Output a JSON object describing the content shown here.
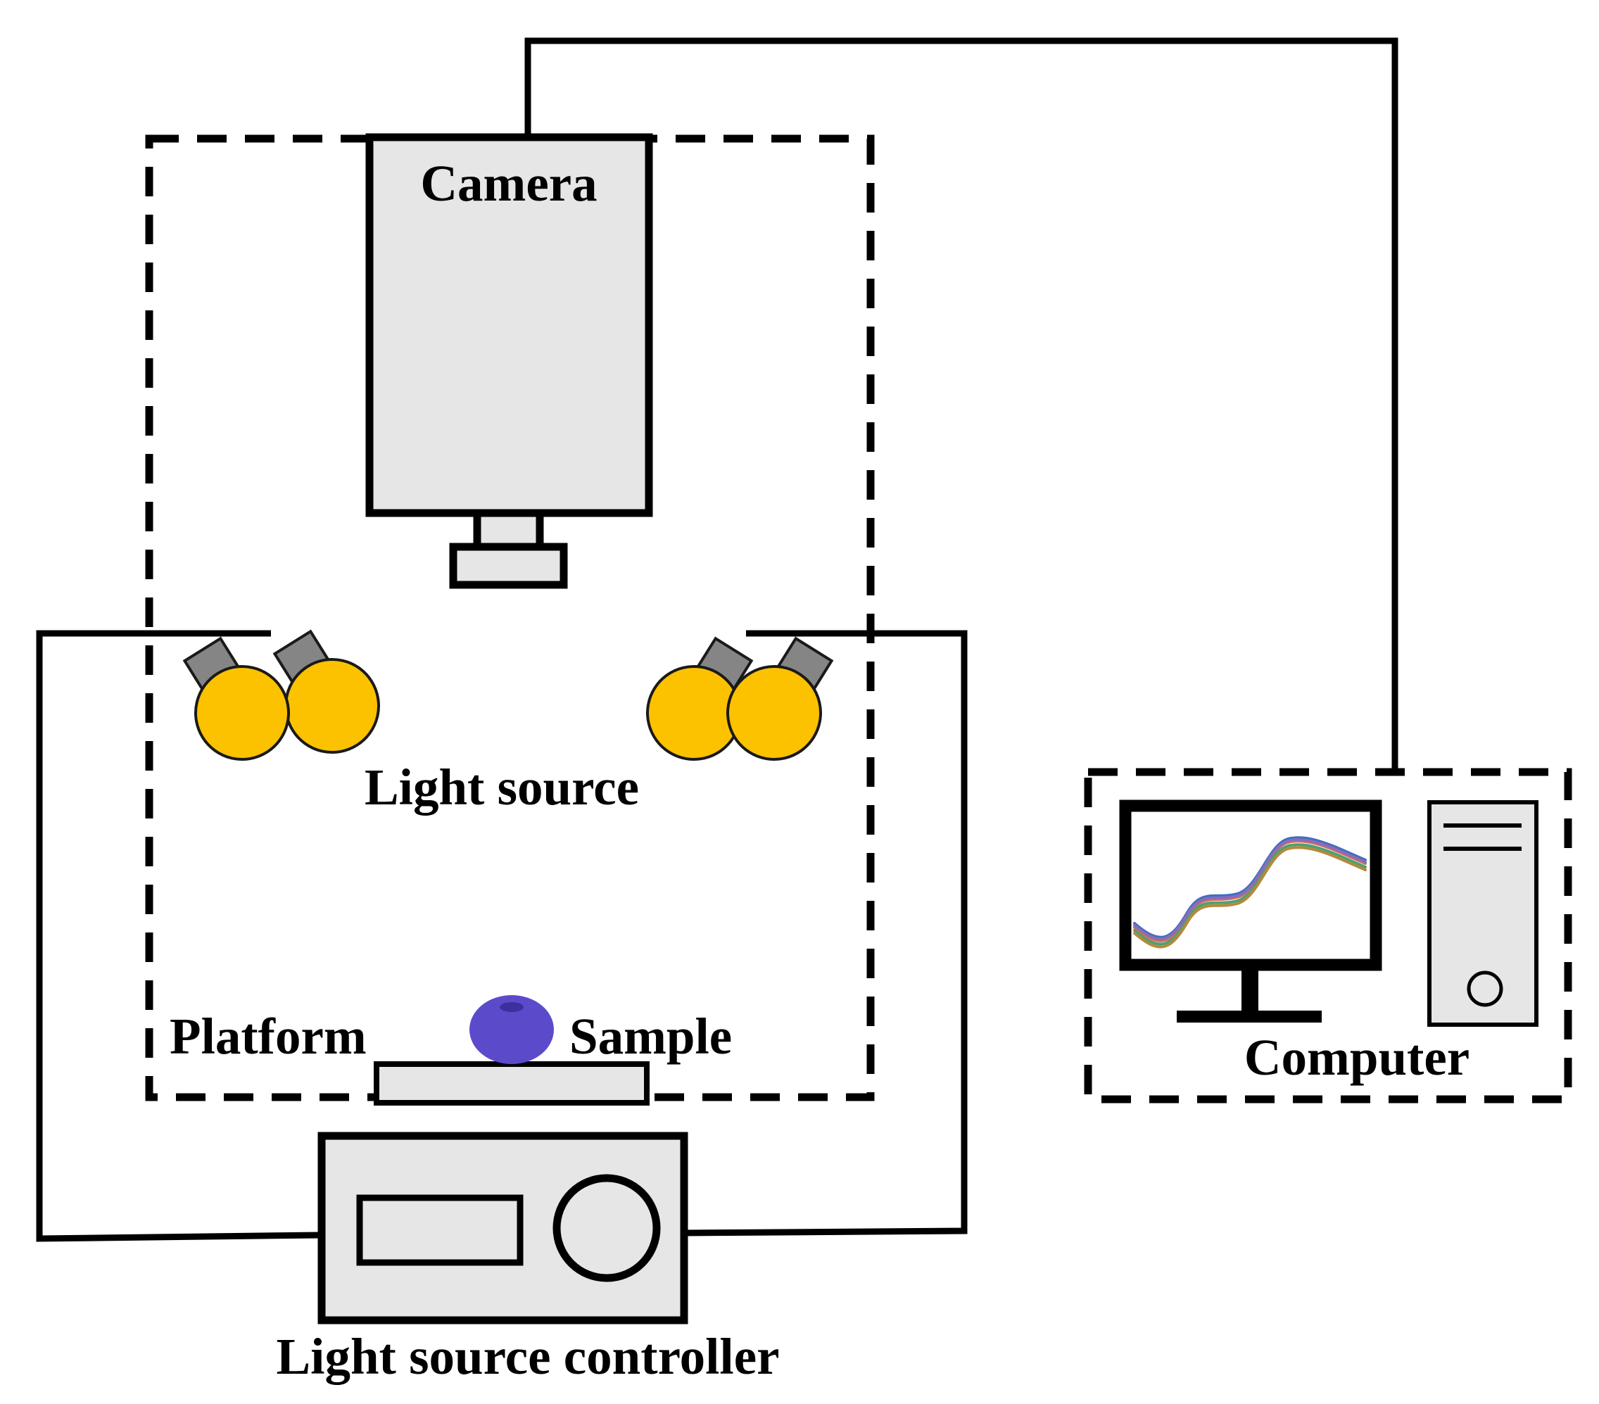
{
  "labels": {
    "camera": "Camera",
    "light_source": "Light source",
    "platform": "Platform",
    "sample": "Sample",
    "computer": "Computer",
    "light_source_controller": "Light source controller"
  },
  "colors": {
    "bulb": "#fcc200",
    "sample": "#5b4bcb",
    "sample_dimple": "#3d2f9e",
    "equipment_fill": "#e6e6e6",
    "socket": "#858585",
    "stroke": "#000000"
  },
  "icons": {
    "camera": "camera-icon",
    "lamp": "lamp-icon",
    "sample": "blueberry-icon",
    "monitor": "monitor-icon",
    "tower": "pc-tower-icon",
    "controller": "controller-icon"
  }
}
